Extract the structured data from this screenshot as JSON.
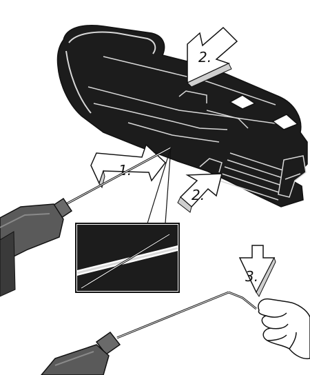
{
  "steps": [
    {
      "label": "1."
    },
    {
      "label": "2."
    },
    {
      "label": "2."
    },
    {
      "label": "3."
    }
  ],
  "colors": {
    "housing": "#1c1c1c",
    "outline": "#111111",
    "edge_highlight": "#d9d9d9",
    "arrow_fill": "#ffffff",
    "tool_handle": "#5a5a5a",
    "tool_dark": "#3a3a3a",
    "background": "#ffffff"
  },
  "icons": [
    "screwdriver-icon",
    "step-arrow-icon",
    "hand-icon",
    "clip-icon"
  ]
}
